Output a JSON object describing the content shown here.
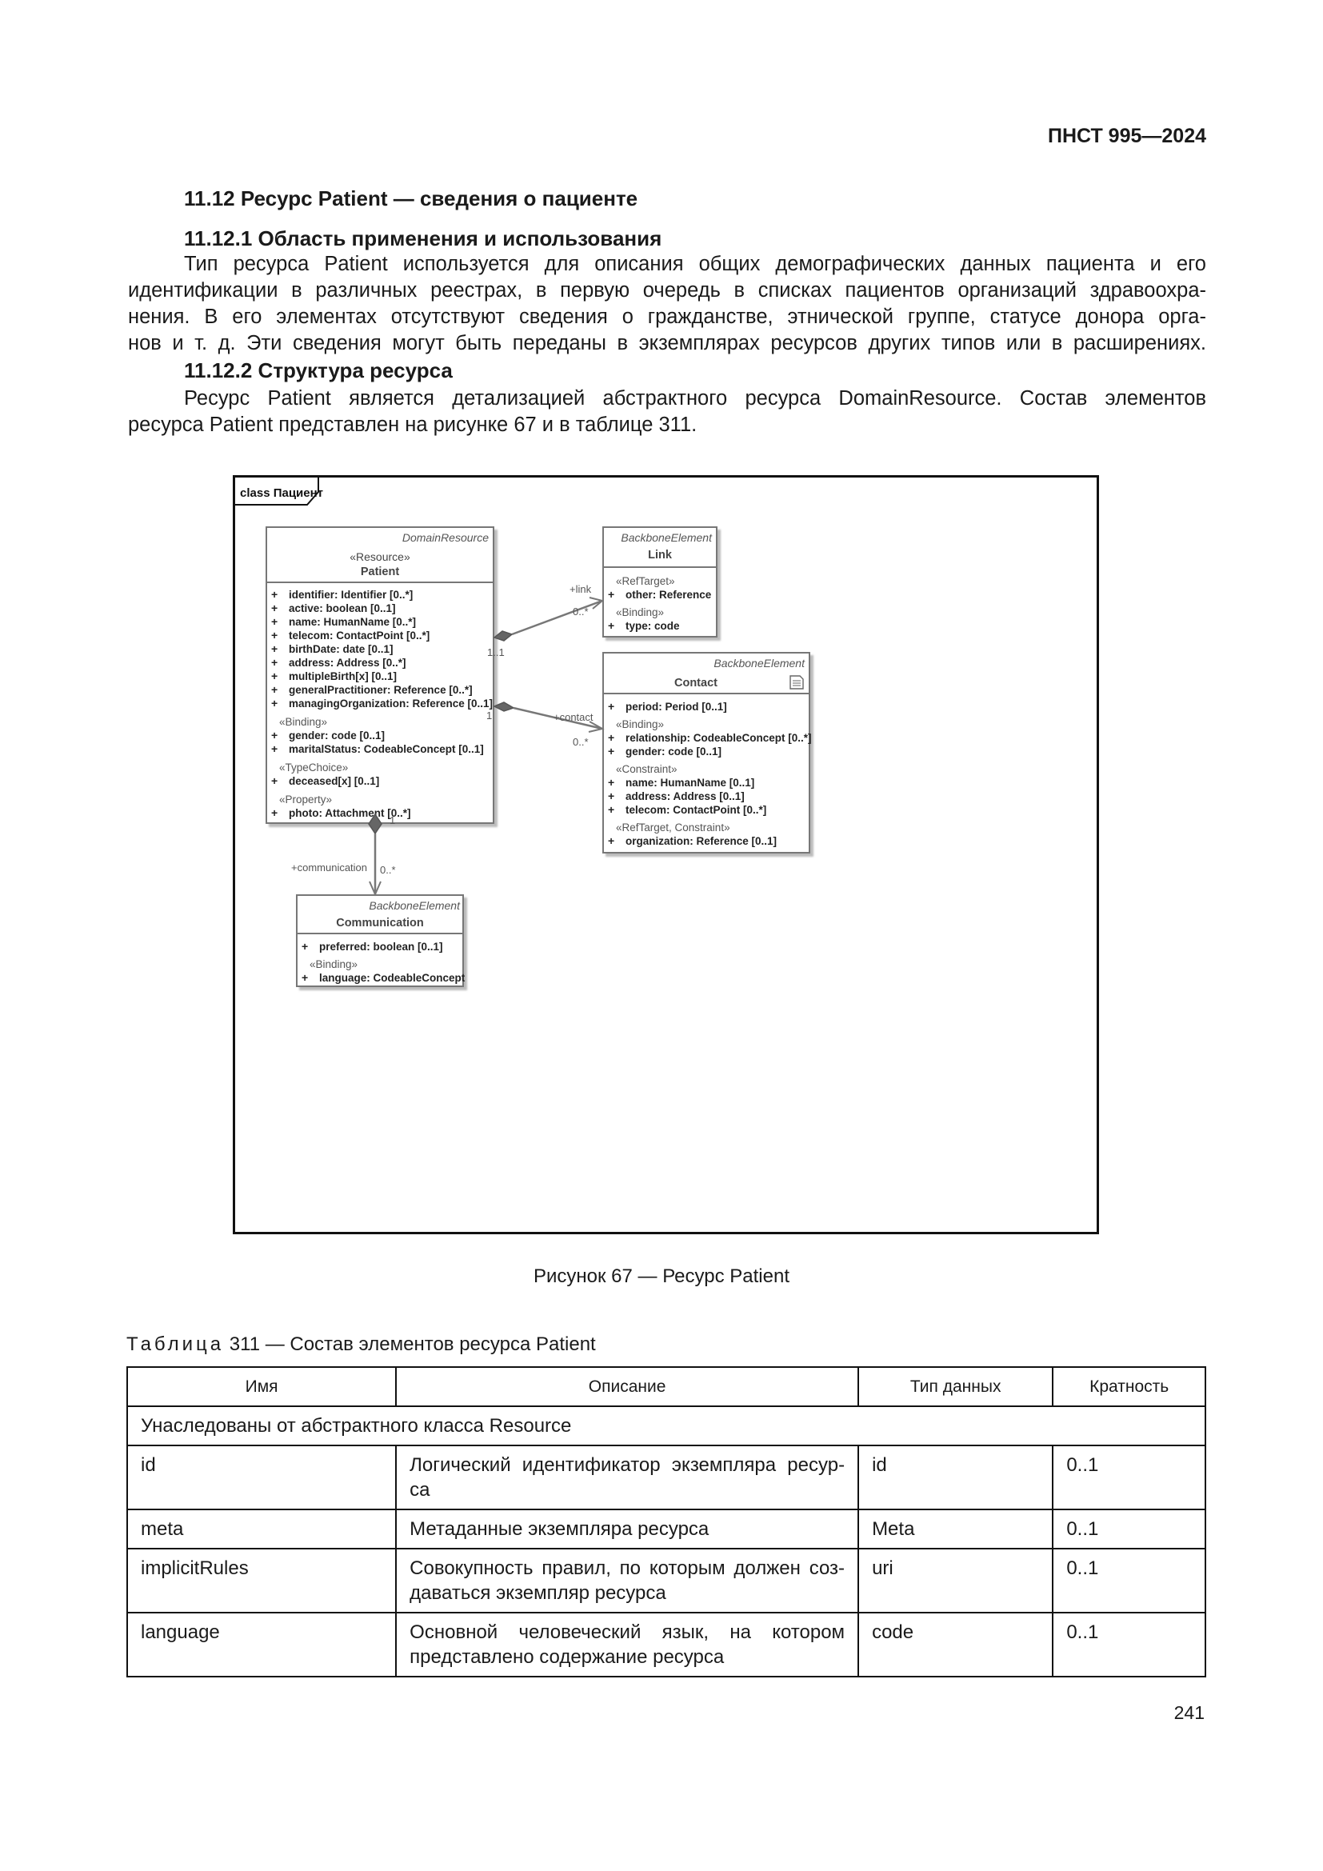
{
  "header": {
    "doc_number": "ПНСТ 995—2024"
  },
  "section": {
    "title": "11.12 Ресурс Patient — сведения о пациенте",
    "sub1_title": "11.12.1 Область применения и использования",
    "sub1_lines": [
      "Тип ресурса Patient используется для описания общих демографических данных пациента и его",
      "идентификации в различных реестрах, в первую очередь в списках пациентов организаций здравоохра-",
      "нения. В его элементах отсутствуют сведения о гражданстве, этнической группе, статусе донора орга-",
      "нов и т. д. Эти сведения могут быть переданы в экземплярах ресурсов других типов или в расширениях."
    ],
    "sub2_title": "11.12.2 Структура ресурса",
    "sub2_lines": [
      "Ресурс Patient является детализацией абстрактного ресурса DomainResource. Состав элементов",
      "ресурса Patient представлен на рисунке 67 и в таблице 311."
    ]
  },
  "diagram": {
    "frame_label": "class Пациент",
    "patient": {
      "parent": "DomainResource",
      "stereotype": "«Resource»",
      "name": "Patient",
      "attrs": [
        "identifier: Identifier [0..*]",
        "active: boolean [0..1]",
        "name: HumanName [0..*]",
        "telecom: ContactPoint [0..*]",
        "birthDate: date [0..1]",
        "address: Address [0..*]",
        "multipleBirth[x] [0..1]",
        "generalPractitioner: Reference [0..*]",
        "managingOrganization: Reference [0..1]"
      ],
      "binding_label": "«Binding»",
      "binding_attrs": [
        "gender: code [0..1]",
        "maritalStatus: CodeableConcept [0..1]"
      ],
      "typechoice_label": "«TypeChoice»",
      "typechoice_attrs": [
        "deceased[x] [0..1]"
      ],
      "property_label": "«Property»",
      "property_attrs": [
        "photo: Attachment [0..*]"
      ]
    },
    "link": {
      "parent": "BackboneElement",
      "name": "Link",
      "reftarget_label": "«RefTarget»",
      "reftarget_attrs": [
        "other: Reference"
      ],
      "binding_label": "«Binding»",
      "binding_attrs": [
        "type: code"
      ]
    },
    "contact": {
      "parent": "BackboneElement",
      "name": "Contact",
      "attrs": [
        "period: Period [0..1]"
      ],
      "binding_label": "«Binding»",
      "binding_attrs": [
        "relationship: CodeableConcept [0..*]",
        "gender: code [0..1]"
      ],
      "constraint_label": "«Constraint»",
      "constraint_attrs": [
        "name: HumanName [0..1]",
        "address: Address [0..1]",
        "telecom: ContactPoint [0..*]"
      ],
      "refconstraint_label": "«RefTarget, Constraint»",
      "refconstraint_attrs": [
        "organization: Reference [0..1]"
      ]
    },
    "communication": {
      "parent": "BackboneElement",
      "name": "Communication",
      "attrs": [
        "preferred: boolean [0..1]"
      ],
      "binding_label": "«Binding»",
      "binding_attrs": [
        "language: CodeableConcept"
      ]
    },
    "assoc": {
      "link_role": "+link",
      "link_mult_target": "0..*",
      "link_mult_source": "1..1",
      "contact_role": "+contact",
      "contact_mult_target": "0..*",
      "contact_mult_source": "1",
      "comm_role": "+communication",
      "comm_mult_target": "0..*",
      "comm_mult_source": "1"
    },
    "plus": "+"
  },
  "figure_caption": "Рисунок 67 — Ресурс Patient",
  "table": {
    "caption_prefix": "Таблица",
    "caption_rest": " 311 — Состав элементов ресурса Patient",
    "headers": [
      "Имя",
      "Описание",
      "Тип данных",
      "Кратность"
    ],
    "group_row": "Унаследованы от абстрактного класса Resource",
    "rows": [
      {
        "name": "id",
        "desc": "Логический идентификатор экземпляра ресур-са",
        "desc1": "Логический идентификатор экземпляра ресур-",
        "desc2": "са",
        "type": "id",
        "card": "0..1"
      },
      {
        "name": "meta",
        "desc1": "Метаданные экземпляра ресурса",
        "desc2": "",
        "type": "Meta",
        "card": "0..1"
      },
      {
        "name": "implicitRules",
        "desc1": "Совокупность правил, по которым должен соз-",
        "desc2": "даваться экземпляр ресурса",
        "type": "uri",
        "card": "0..1"
      },
      {
        "name": "language",
        "desc1": "Основной человеческий язык, на котором",
        "desc2": "представлено содержание ресурса",
        "type": "code",
        "card": "0..1"
      }
    ]
  },
  "page_number": "241"
}
